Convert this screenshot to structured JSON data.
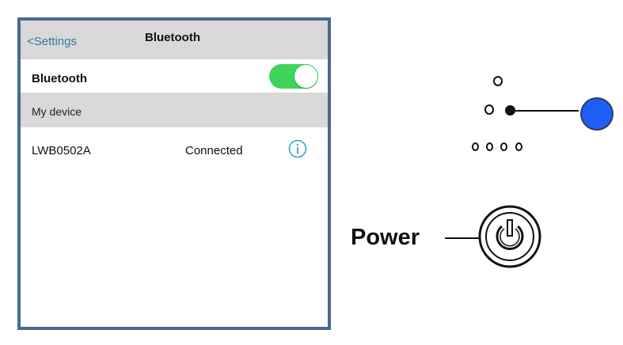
{
  "navbar": {
    "back_label": "<Settings",
    "title": "Bluetooth"
  },
  "bluetooth_row": {
    "label": "Bluetooth",
    "toggle_on": true,
    "toggle_color": "#3ed45a"
  },
  "section": {
    "header": "My device"
  },
  "device": {
    "name": "LWB0502A",
    "status": "Connected",
    "info_icon": "info-icon"
  },
  "hardware": {
    "power_label": "Power",
    "led_color": "#1e5ef7",
    "power_icon": "power-icon"
  },
  "colors": {
    "frame": "#4a6a91",
    "accent": "#2f7b9b",
    "section_bg": "#d9d9d9"
  }
}
